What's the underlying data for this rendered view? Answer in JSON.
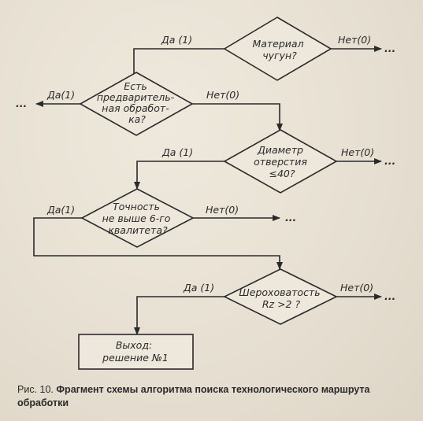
{
  "nodes": {
    "material": [
      "Материал",
      "чугун?"
    ],
    "pre": [
      "Есть",
      "предваритель-",
      "ная обработ-",
      "ка?"
    ],
    "diameter": [
      "Диаметр",
      "отверстия",
      "≤40?"
    ],
    "accuracy": [
      "Точность",
      "не выше 6-го",
      "квалитета?"
    ],
    "roughness": [
      "Шероховатость",
      "Rz >2 ?"
    ],
    "exit": [
      "Выход:",
      "решение №1"
    ]
  },
  "edges": {
    "material_yes": "Да (1)",
    "material_no": "Нет(0)",
    "pre_yes": "Да(1)",
    "pre_no": "Нет(0)",
    "diameter_yes": "Да (1)",
    "diameter_no": "Нет(0)",
    "accuracy_yes": "Да(1)",
    "accuracy_no": "Нет(0)",
    "roughness_yes": "Да (1)",
    "roughness_no": "Нет(0)"
  },
  "continuation": "...",
  "caption": {
    "label": "Рис. 10.",
    "text": "Фрагмент схемы алгоритма поиска технологического маршрута обработки"
  }
}
